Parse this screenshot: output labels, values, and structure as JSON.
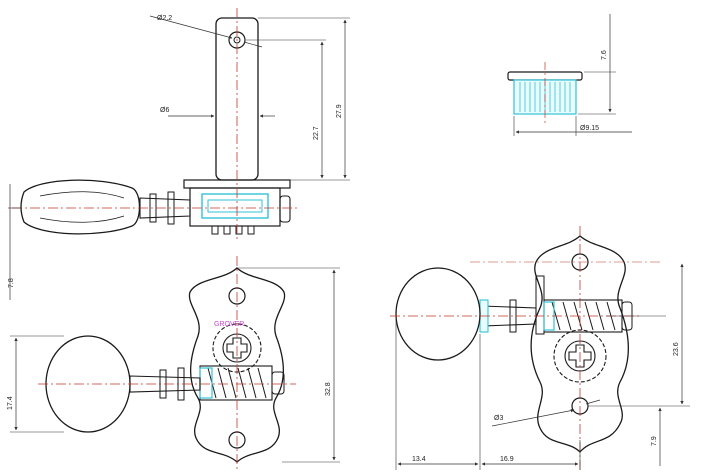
{
  "colors": {
    "outline": "#1a1a1a",
    "centerline": "#c0392b",
    "dimension": "#333333",
    "cyan": "#33c3d6",
    "brand": "#cc44cc"
  },
  "brand_mark": "GROVER",
  "views": {
    "top": {
      "dims": {
        "hole_dia": "Ø2.2",
        "post_dia": "Ø6",
        "inner_height": "22.7",
        "overall_height": "27.9",
        "button_offset": "7.8"
      }
    },
    "bushing": {
      "dims": {
        "height": "7.6",
        "dia": "Ø9.15"
      }
    },
    "front_left": {
      "dims": {
        "button_height": "17.4",
        "overall_height": "32.8"
      }
    },
    "front_right": {
      "dims": {
        "screw_hole": "Ø3",
        "knob_width": "13.4",
        "center_offset": "16.9",
        "hole_span": "23.6",
        "hole_to_center": "7.9"
      }
    }
  }
}
